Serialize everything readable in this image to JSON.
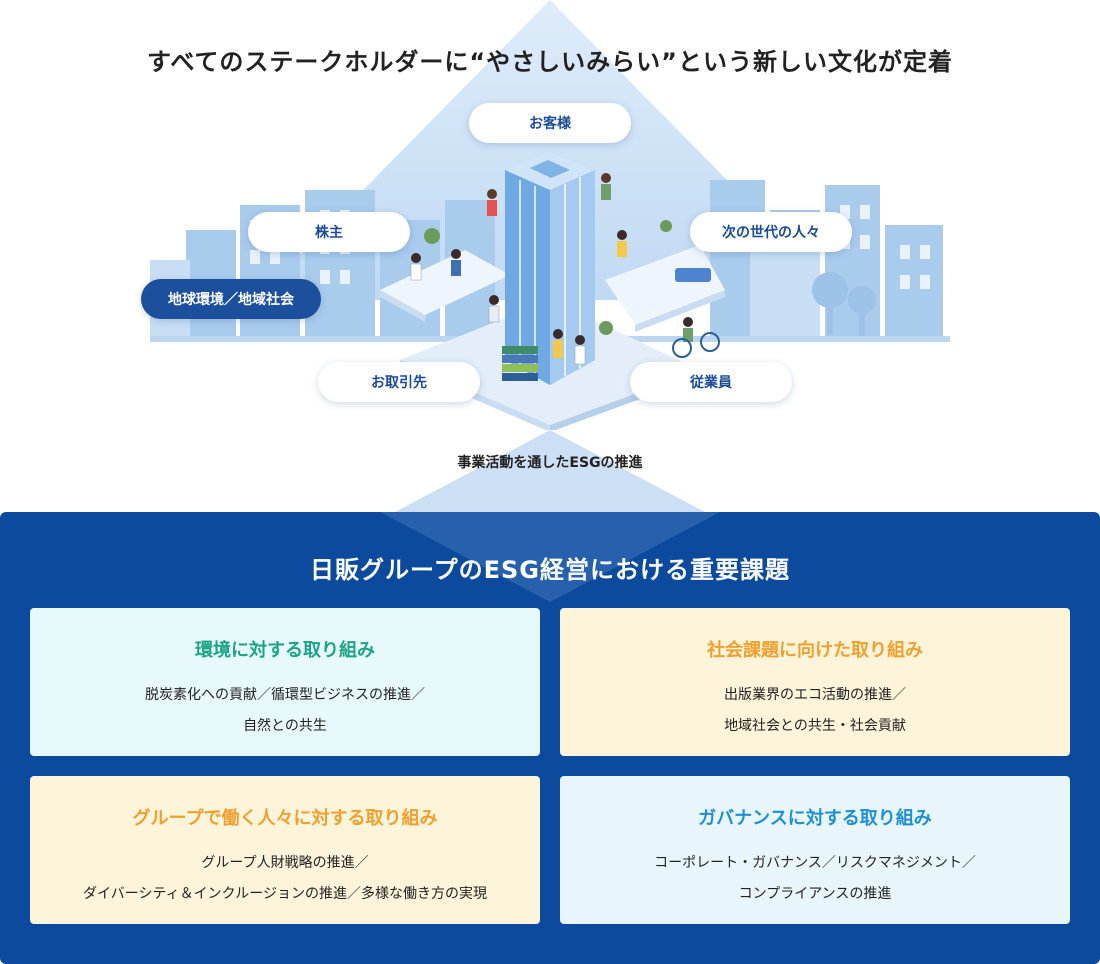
{
  "header": {
    "title": "すべてのステークホルダーに“やさしいみらい”という新しい文化が定着"
  },
  "stakeholders": {
    "customers": "お客様",
    "shareholders": "株主",
    "next_generation": "次の世代の人々",
    "environment_community": "地球環境／地域社会",
    "business_partners": "お取引先",
    "employees": "従業員"
  },
  "center_label": "事業活動を通したESGの推進",
  "panel": {
    "title": "日販グループのESG経営における重要課題",
    "cards": [
      {
        "title": "環境に対する取り組み",
        "lines": [
          "脱炭素化への貢献／循環型ビジネスの推進／",
          "自然との共生"
        ]
      },
      {
        "title": "社会課題に向けた取り組み",
        "lines": [
          "出版業界のエコ活動の推進／",
          "地域社会との共生・社会貢献"
        ]
      },
      {
        "title": "グループで働く人々に対する取り組み",
        "lines": [
          "グループ人財戦略の推進／",
          "ダイバーシティ＆インクルージョンの推進／多様な働き方の実現"
        ]
      },
      {
        "title": "ガバナンスに対する取り組み",
        "lines": [
          "コーポレート・ガバナンス／リスクマネジメント／",
          "コンプライアンスの推進"
        ]
      }
    ]
  },
  "colors": {
    "panel_bg": "#0b4a9c",
    "env_title": "#1aa385",
    "social_title": "#f0a030",
    "group_title": "#f0a030",
    "gov_title": "#1e8fd0",
    "pill_text": "#1a4a94",
    "pill_dark_bg": "#1c4f9c"
  }
}
